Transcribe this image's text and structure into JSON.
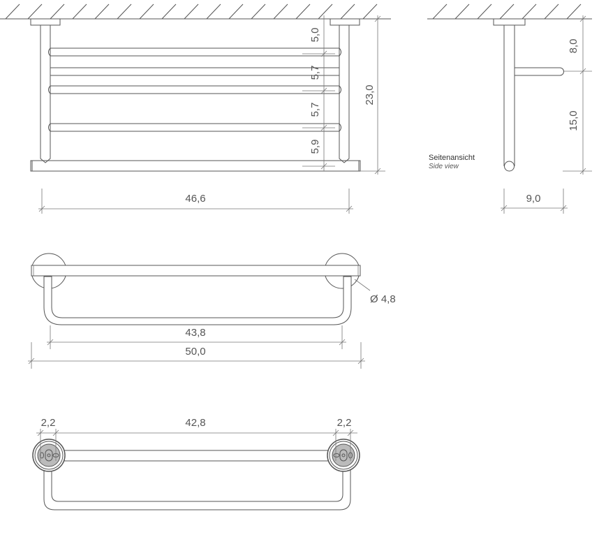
{
  "front_view": {
    "spacings": [
      "5,0",
      "5,7",
      "5,7",
      "5,9"
    ],
    "height": "23,0",
    "width": "46,6"
  },
  "side_view": {
    "label_de": "Seitenansicht",
    "label_en": "Side view",
    "upper": "8,0",
    "lower": "15,0",
    "depth": "9,0"
  },
  "top_view": {
    "diameter": "Ø 4,8",
    "inner_width": "43,8",
    "overall_width": "50,0"
  },
  "bottom_view": {
    "left_offset": "2,2",
    "center_distance": "42,8",
    "right_offset": "2,2"
  },
  "colors": {
    "line": "#555555",
    "fitting": "#bbbbbb"
  }
}
